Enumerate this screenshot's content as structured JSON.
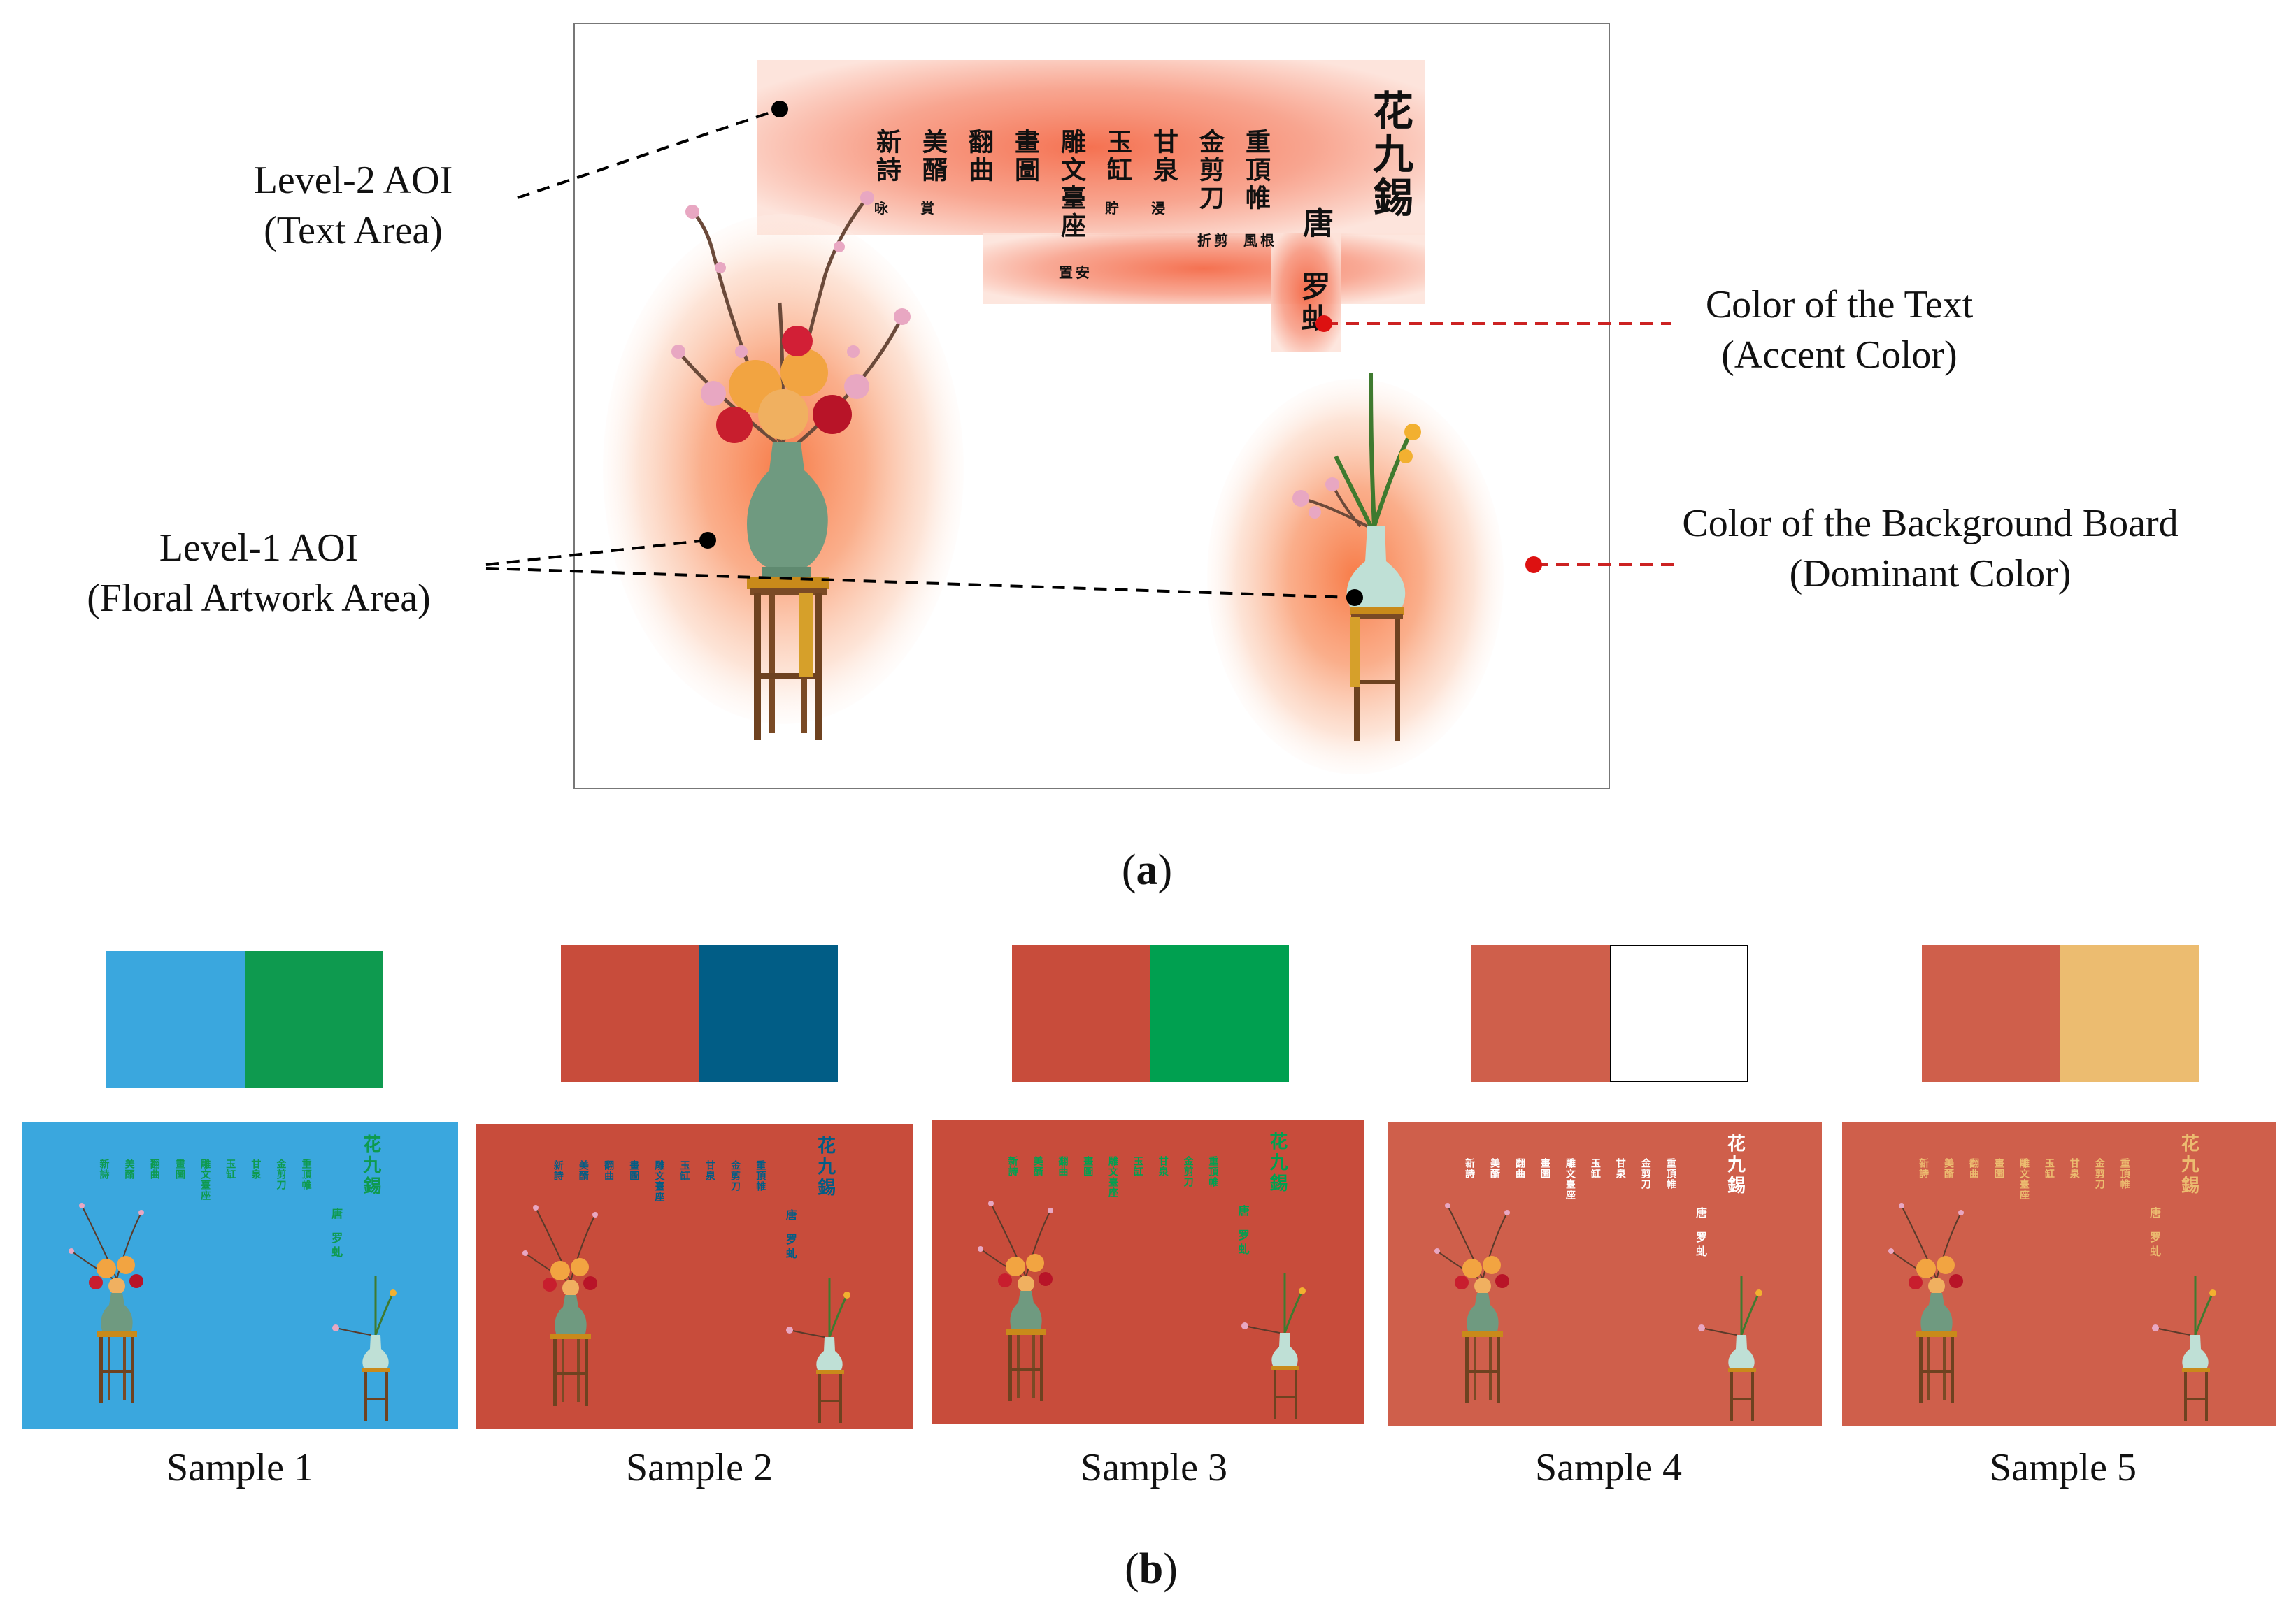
{
  "panel_a": {
    "caption_prefix": "(",
    "caption_letter": "a",
    "caption_suffix": ")",
    "labels": {
      "level2_line1": "Level-2 AOI",
      "level2_line2": "(Text Area)",
      "level1_line1": "Level-1 AOI",
      "level1_line2": "(Floral Artwork Area)",
      "text_color_line1": "Color of  the Text",
      "text_color_line2": "(Accent Color)",
      "bg_color_line1": "Color of the Background Board",
      "bg_color_line2": "(Dominant Color)"
    },
    "poem": {
      "title": "花九錫",
      "author_line1": "唐",
      "author_line2": "罗虬",
      "columns": [
        {
          "main": "重頂帷",
          "note": "風根"
        },
        {
          "main": "金剪刀",
          "note": "折剪"
        },
        {
          "main": "甘泉",
          "note": "浸"
        },
        {
          "main": "玉缸",
          "note": "貯"
        },
        {
          "main": "雕文臺座",
          "note": "置安"
        },
        {
          "main": "畫圖",
          "note": ""
        },
        {
          "main": "翻曲",
          "note": ""
        },
        {
          "main": "美醑",
          "note": "賞"
        },
        {
          "main": "新詩",
          "note": "咏"
        }
      ]
    },
    "colors": {
      "heat": "#f47a5e",
      "black_dot": "#000000",
      "red_dot": "#dd1111",
      "red_line": "#cc2222"
    }
  },
  "panel_b": {
    "caption_prefix": "(",
    "caption_letter": "b",
    "caption_suffix": ")",
    "samples": [
      {
        "label": "Sample 1",
        "dominant": "#3aa7de",
        "accent": "#0e9a4f"
      },
      {
        "label": "Sample 2",
        "dominant": "#c84c3b",
        "accent": "#015d86"
      },
      {
        "label": "Sample 3",
        "dominant": "#c84c3b",
        "accent": "#00a050"
      },
      {
        "label": "Sample 4",
        "dominant": "#cf5f4b",
        "accent": "#ffffff"
      },
      {
        "label": "Sample 5",
        "dominant": "#cf5f4b",
        "accent": "#ecbc70"
      }
    ]
  }
}
